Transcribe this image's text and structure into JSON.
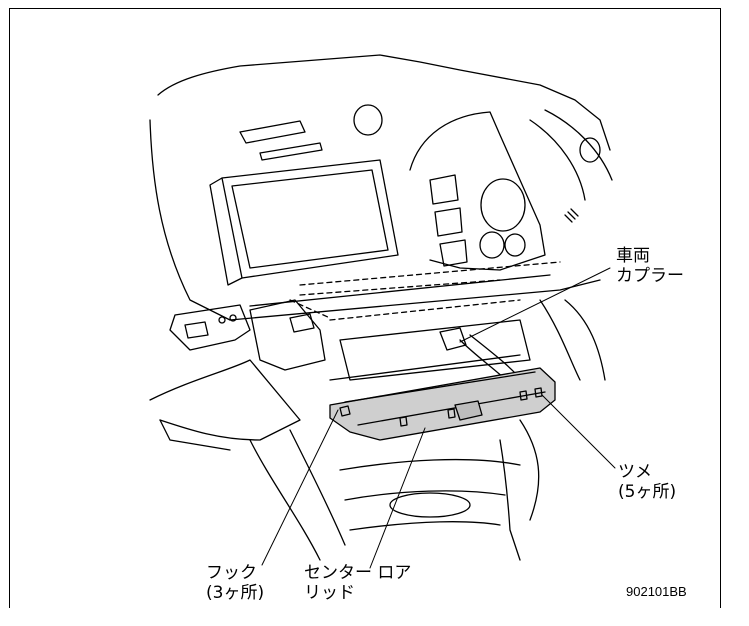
{
  "labels": {
    "vehicle_coupler": {
      "line1": "車両",
      "line2": "カプラー"
    },
    "claw": {
      "line1": "ツメ",
      "line2": "(5ヶ所)"
    },
    "hook": {
      "line1": "フック",
      "line2": "(3ヶ所)"
    },
    "center_lower_lid": {
      "line1": "センター ロア",
      "line2": "リッド"
    }
  },
  "figure_code": "902101BB"
}
